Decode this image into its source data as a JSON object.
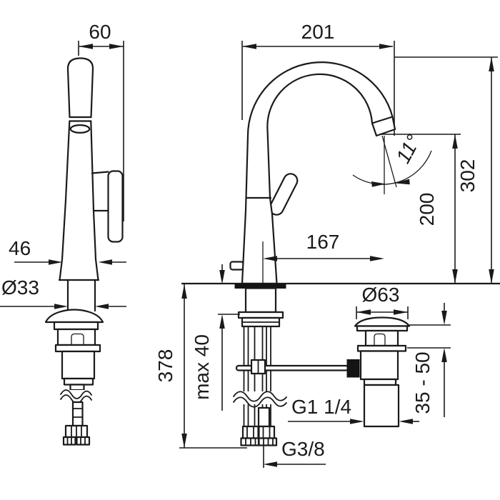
{
  "drawing": {
    "background": "#ffffff",
    "line_color": "#1a1a1a",
    "dims": {
      "spout_top_width": "60",
      "spout_reach_overall": "201",
      "spout_height": "302",
      "outlet_height": "200",
      "outlet_reach": "167",
      "outlet_angle": "11°",
      "body_depth": "46",
      "shaft_diameter": "Ø33",
      "under_deck_length": "378",
      "deck_max_thickness": "max 40",
      "waste_cap_diameter": "Ø63",
      "waste_clamp_range": "35 - 50",
      "waste_thread": "G1 1/4",
      "supply_thread": "G3/8"
    }
  }
}
